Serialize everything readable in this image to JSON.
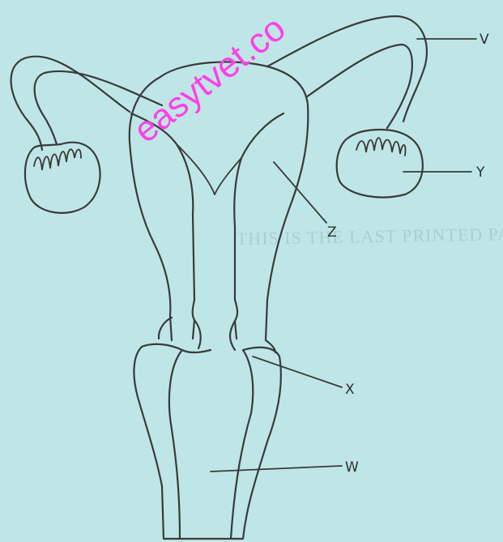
{
  "watermark": "easytvet.co",
  "bleed_through_text": "THIS IS THE LAST PRINTED PAGE.",
  "labels": {
    "V": "V",
    "Y": "Y",
    "Z": "Z",
    "X": "X",
    "W": "W"
  },
  "colors": {
    "background": "#bfe6e6",
    "ink": "#3a3a3a",
    "watermark": "#ff3fe8"
  }
}
